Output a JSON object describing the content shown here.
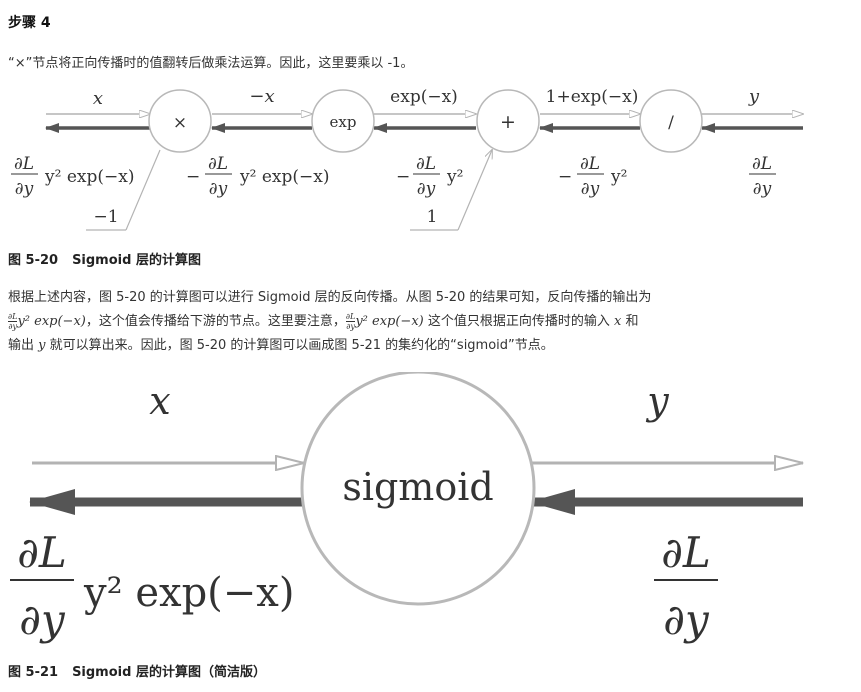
{
  "step_heading": "步骤 4",
  "step_paragraph": "“×”节点将正向传播时的值翻转后做乘法运算。因此，这里要乘以 -1。",
  "diagram1": {
    "nodes": {
      "mul": "×",
      "exp": "exp",
      "add": "+",
      "div": "/"
    },
    "forward": {
      "x": "x",
      "neg_x": "−x",
      "exp_neg_x": "exp(−x)",
      "one_plus": "1+exp(−x)",
      "y": "y"
    },
    "const_mul": "−1",
    "const_add": "1",
    "backward": {
      "b1_tail": "y² exp(−x)",
      "b2_prefix": "−",
      "b2_tail": "y² exp(−x)",
      "b3_prefix": "−",
      "b3_tail": "y²",
      "b4_prefix": "−",
      "b4_tail": "y²",
      "frac_num": "∂L",
      "frac_den": "∂y"
    }
  },
  "caption1": {
    "num": "图 5-20",
    "text": "Sigmoid 层的计算图"
  },
  "paragraph2": {
    "line1": "根据上述内容，图 5-20 的计算图可以进行 Sigmoid 层的反向传播。从图 5-20 的结果可知，反向传播的输出为",
    "frac_num": "∂L",
    "frac_den": "∂y",
    "expr": "y² exp(−x)",
    "line2_mid": "，这个值会传播给下游的节点。这里要注意，",
    "line2_end": " 这个值只根据正向传播时的输入",
    "var_x": "x",
    "and_word": " 和",
    "line3_start": "输出",
    "var_y": "y",
    "line3_end": " 就可以算出来。因此，图 5-20 的计算图可以画成图 5-21 的集约化的“sigmoid”节点。"
  },
  "diagram2": {
    "node_label": "sigmoid",
    "input_label": "x",
    "output_label": "y",
    "left_grad_num": "∂L",
    "left_grad_den": "∂y",
    "left_grad_tail": "y² exp(−x)",
    "right_grad_num": "∂L",
    "right_grad_den": "∂y"
  },
  "caption2": {
    "num": "图 5-21",
    "text": "Sigmoid 层的计算图（简洁版）"
  },
  "colors": {
    "forward_arrow": "#b3b3b3",
    "backward_arrow": "#555555",
    "node_stroke": "#b8b8b8",
    "text": "#333333"
  }
}
